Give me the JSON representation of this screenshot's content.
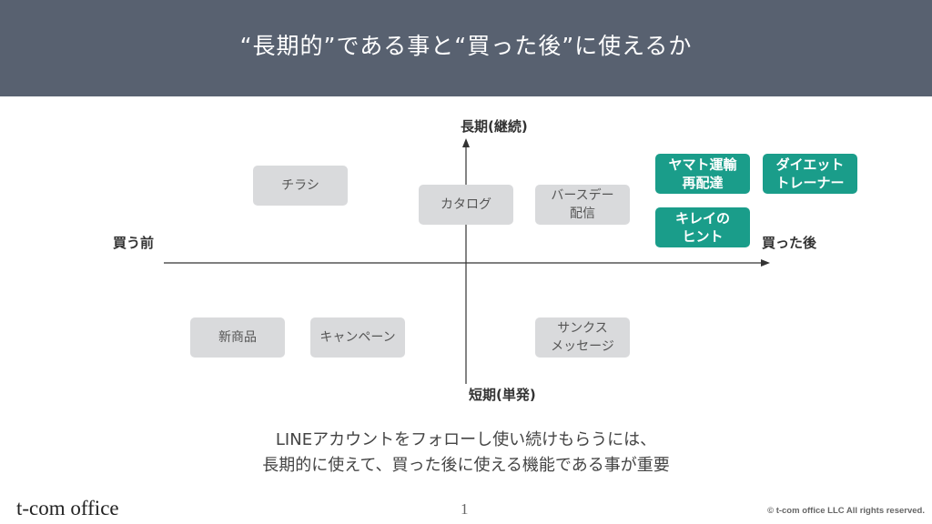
{
  "header": {
    "title": "“長期的”である事と“買った後”に使えるか"
  },
  "axes": {
    "top": "長期(継続)",
    "bottom": "短期(単発)",
    "left": "買う前",
    "right": "買った後"
  },
  "boxes": {
    "chirashi": "チラシ",
    "catalog": "カタログ",
    "birthday": "バースデー\n配信",
    "shinshohin": "新商品",
    "campaign": "キャンペーン",
    "thanks": "サンクス\nメッセージ",
    "yamato": "ヤマト運輸\n再配達",
    "diet": "ダイエット\nトレーナー",
    "kirei": "キレイの\nヒント"
  },
  "summary": {
    "line1": "LINEアカウントをフォローし使い続けもらうには、",
    "line2": "長期的に使えて、買った後に使える機能である事が重要"
  },
  "footer": {
    "brand": "t-com office",
    "page": "1",
    "copyright": "© t-com office LLC All rights reserved."
  },
  "colors": {
    "header_bg": "#586170",
    "teal": "#1a9d8a",
    "gray_box": "#d9dadc"
  }
}
